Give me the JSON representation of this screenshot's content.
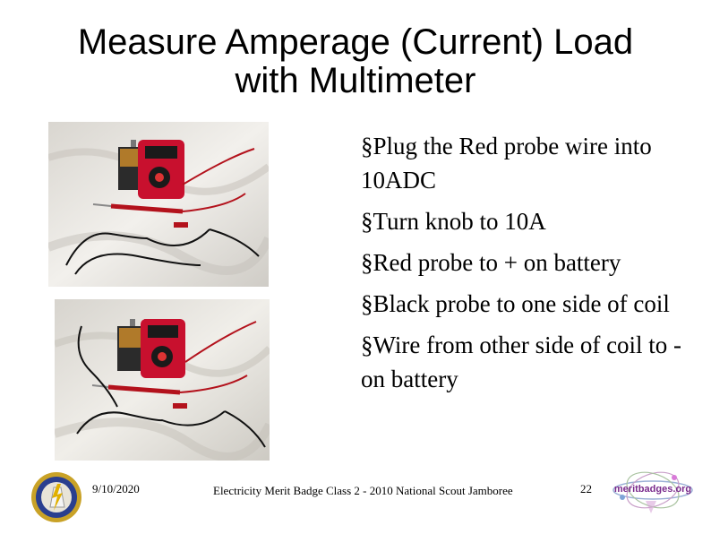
{
  "slide": {
    "title_line1": "Measure Amperage (Current) Load",
    "title_line2": "with Multimeter",
    "bullet_marker": "§",
    "bullets": [
      "Plug the Red probe wire into 10ADC",
      "Turn knob to 10A",
      "Red probe to + on battery",
      "Black probe to one side of coil",
      "Wire from other side of coil to - on battery"
    ]
  },
  "footer": {
    "date": "9/10/2020",
    "center": "Electricity Merit Badge Class 2 - 2010 National Scout Jamboree",
    "page_number": "22",
    "site_logo_text": "meritbadges.org"
  },
  "colors": {
    "multimeter_red": "#c8102e",
    "probe_red": "#b3121c",
    "battery_gold": "#b07a2a",
    "cloth_background": "#e9e6e1"
  },
  "icons": {
    "badge": "electricity-merit-badge-icon",
    "logo": "meritbadges-logo-icon"
  }
}
